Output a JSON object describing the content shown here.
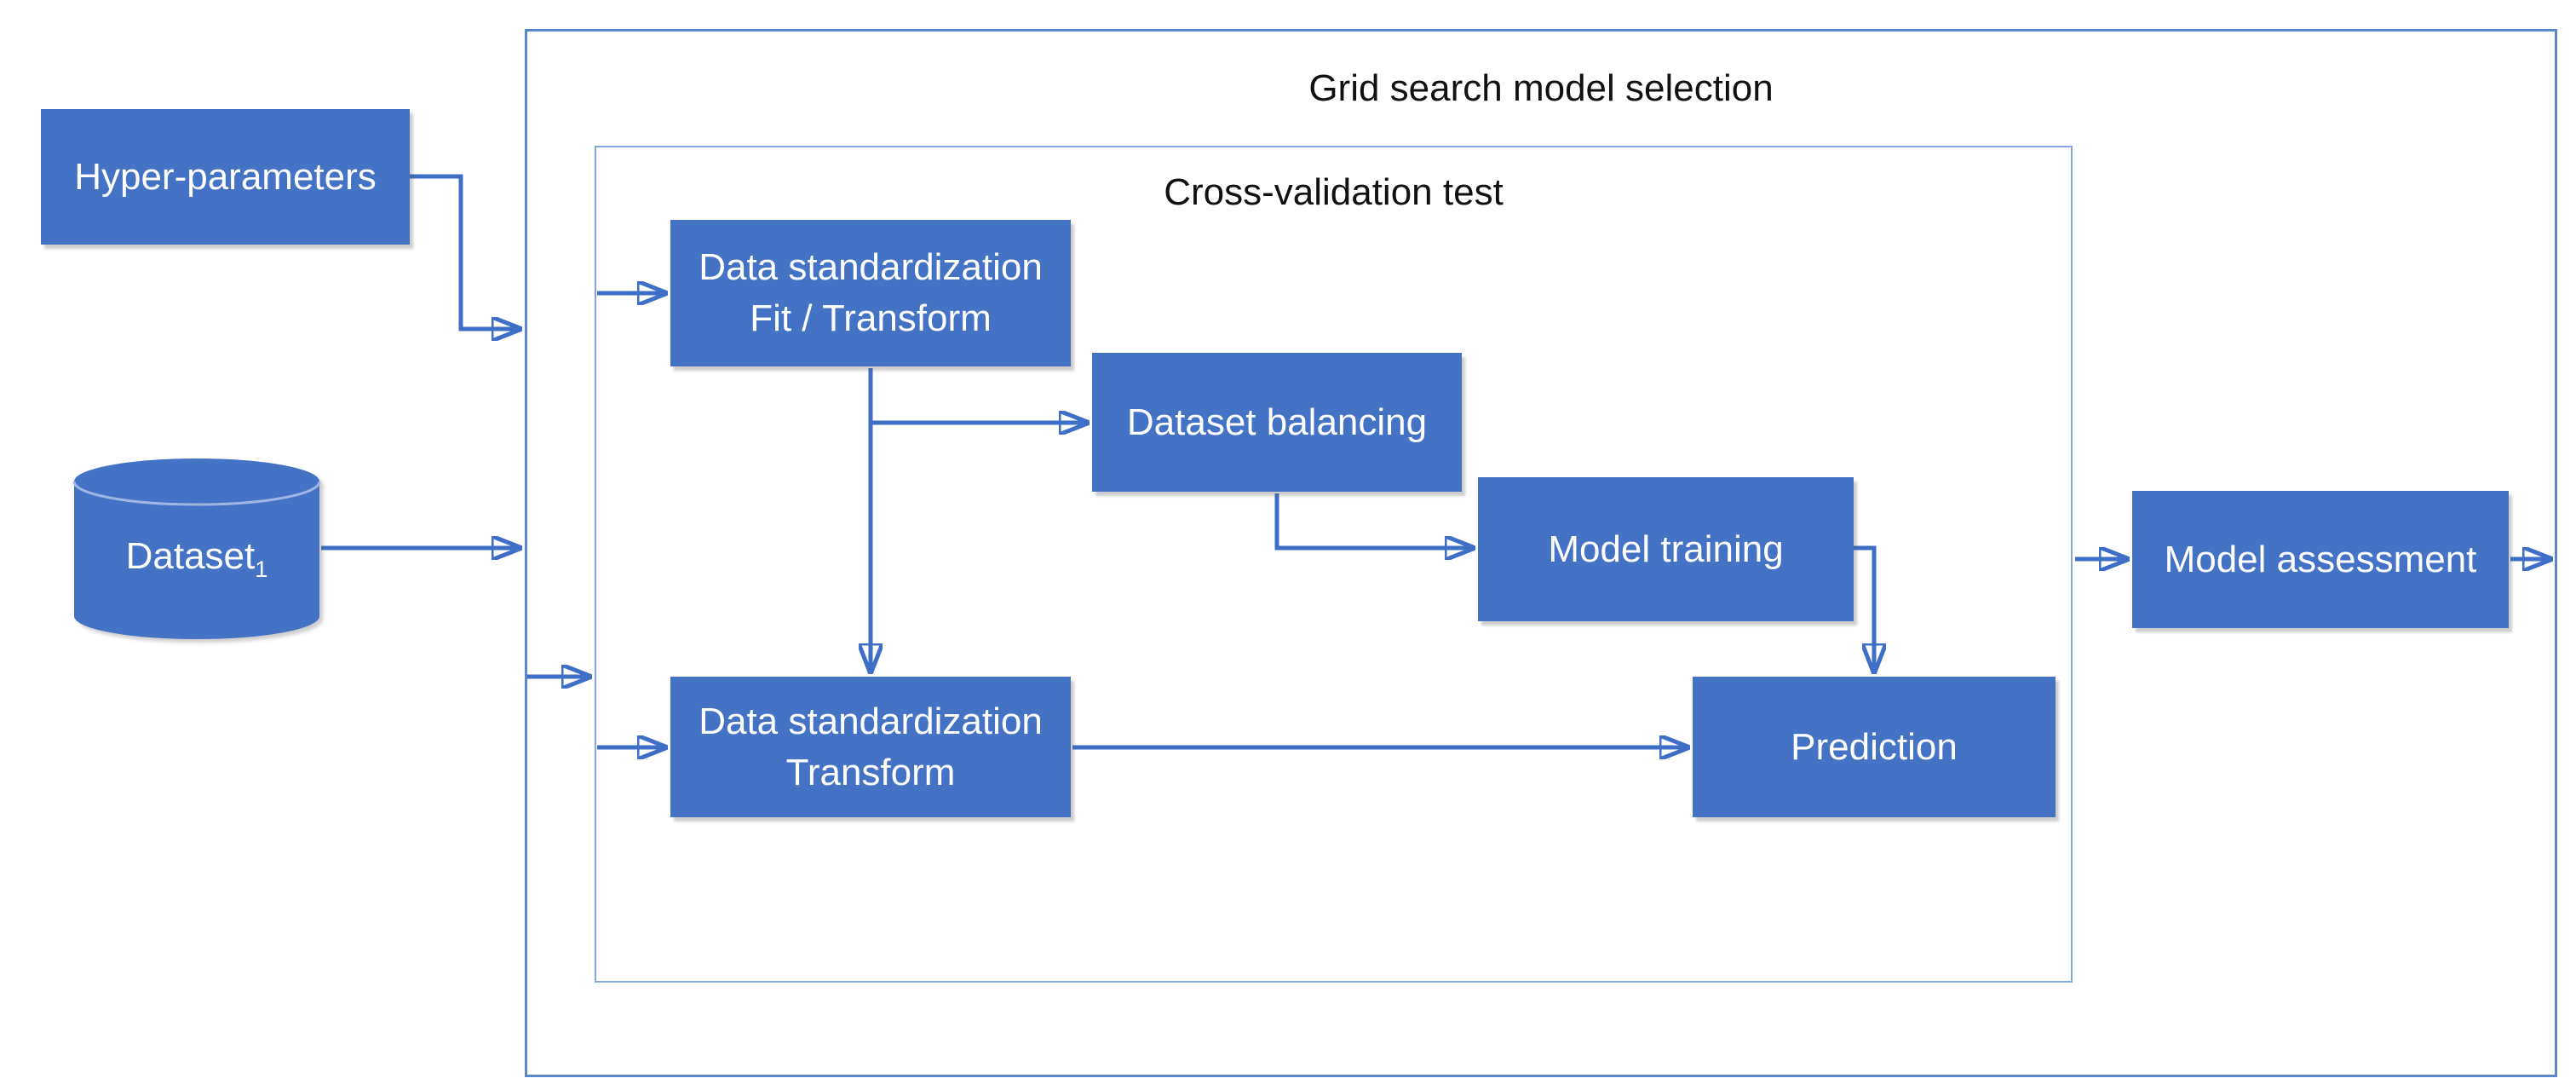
{
  "theme": {
    "node_fill": "#4472C4",
    "node_text": "#FFFFFF",
    "connector": "#3E6EC6",
    "outer_border": "#5B87CB",
    "inner_border": "#84A7DD",
    "title_text": "#111111",
    "canvas_bg": "#FFFFFF"
  },
  "containers": {
    "outer": {
      "title": "Grid search model selection"
    },
    "inner": {
      "title": "Cross-validation test"
    }
  },
  "nodes": {
    "hyper_parameters": {
      "label": "Hyper-parameters"
    },
    "dataset": {
      "label": "Dataset",
      "subscript": "1"
    },
    "std_fit": {
      "line1": "Data standardization",
      "line2": "Fit / Transform"
    },
    "balancing": {
      "label": "Dataset balancing"
    },
    "training": {
      "label": "Model training"
    },
    "std_transform": {
      "line1": "Data standardization",
      "line2": "Transform"
    },
    "prediction": {
      "label": "Prediction"
    },
    "assessment": {
      "label": "Model assessment"
    }
  },
  "edges": [
    {
      "from": "hyper_parameters",
      "to": "grid_search_container"
    },
    {
      "from": "dataset",
      "to": "grid_search_container"
    },
    {
      "from": "grid_search_container",
      "to": "cross_validation_container"
    },
    {
      "from": "cross_validation_container",
      "to": "std_fit"
    },
    {
      "from": "cross_validation_container",
      "to": "std_transform"
    },
    {
      "from": "std_fit",
      "to": "std_transform"
    },
    {
      "from": "std_fit",
      "to": "balancing"
    },
    {
      "from": "balancing",
      "to": "training"
    },
    {
      "from": "training",
      "to": "prediction"
    },
    {
      "from": "std_transform",
      "to": "prediction"
    },
    {
      "from": "cross_validation_container",
      "to": "assessment"
    },
    {
      "from": "assessment",
      "to": "output"
    }
  ]
}
